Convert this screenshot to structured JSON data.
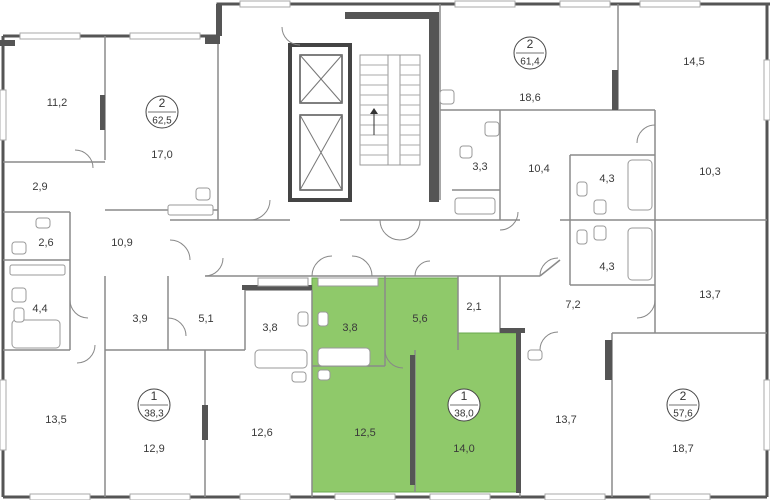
{
  "colors": {
    "wall": "#555555",
    "thin": "#8a8a8a",
    "highlight": "#8fc96a",
    "highlight_border": "#6aa84f",
    "window": "#b8b8b8",
    "fixture": "#9a9a9a"
  },
  "apartments": [
    {
      "rooms": "2",
      "area": "62,5"
    },
    {
      "rooms": "2",
      "area": "61,4"
    },
    {
      "rooms": "1",
      "area": "38,3"
    },
    {
      "rooms": "1",
      "area": "38,0"
    },
    {
      "rooms": "2",
      "area": "57,6"
    }
  ],
  "rooms": [
    "11,2",
    "17,0",
    "2,9",
    "2,6",
    "10,9",
    "4,4",
    "3,9",
    "5,1",
    "3,8",
    "3,8",
    "5,6",
    "2,1",
    "7,2",
    "13,5",
    "12,9",
    "12,6",
    "12,5",
    "14,0",
    "13,7",
    "18,7",
    "18,6",
    "14,5",
    "3,3",
    "10,4",
    "4,3",
    "10,3",
    "4,3",
    "13,7"
  ]
}
